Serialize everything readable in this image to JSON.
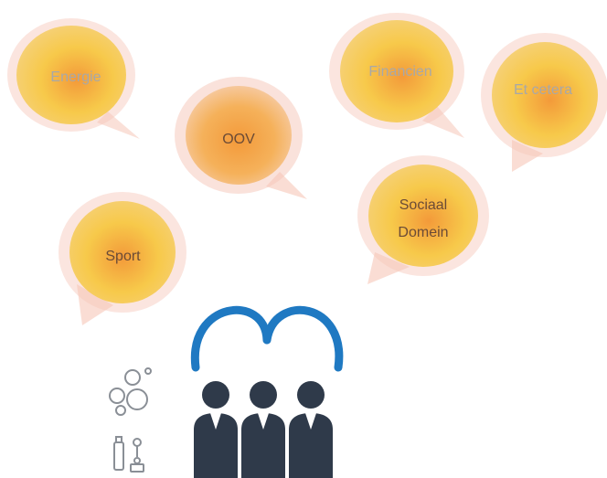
{
  "bubbles": [
    {
      "id": "energie",
      "lines": [
        "Energie"
      ],
      "text_color": "#a8a8a8"
    },
    {
      "id": "oov",
      "lines": [
        "OOV"
      ],
      "text_color": "#6b4b36"
    },
    {
      "id": "financien",
      "lines": [
        "Financien"
      ],
      "text_color": "#a8a8a8"
    },
    {
      "id": "et-cetera",
      "lines": [
        "Et cetera"
      ],
      "text_color": "#a8a8a8"
    },
    {
      "id": "sport",
      "lines": [
        "Sport"
      ],
      "text_color": "#6b4b36"
    },
    {
      "id": "sociaal-domein",
      "lines": [
        "Sociaal",
        "Domein"
      ],
      "text_color": "#6b4b36"
    }
  ],
  "colors": {
    "bubble_center": "#f39a3a",
    "bubble_mid": "#f7c94a",
    "bubble_rim": "#f6c6b8",
    "heart_stroke": "#1f79c2",
    "people_fill": "#2f3a4a",
    "small_icon_stroke": "#8a8f96"
  },
  "icons": [
    "bubbles-icon",
    "usb-network-icon",
    "heart-outline-icon",
    "people-group-icon"
  ]
}
